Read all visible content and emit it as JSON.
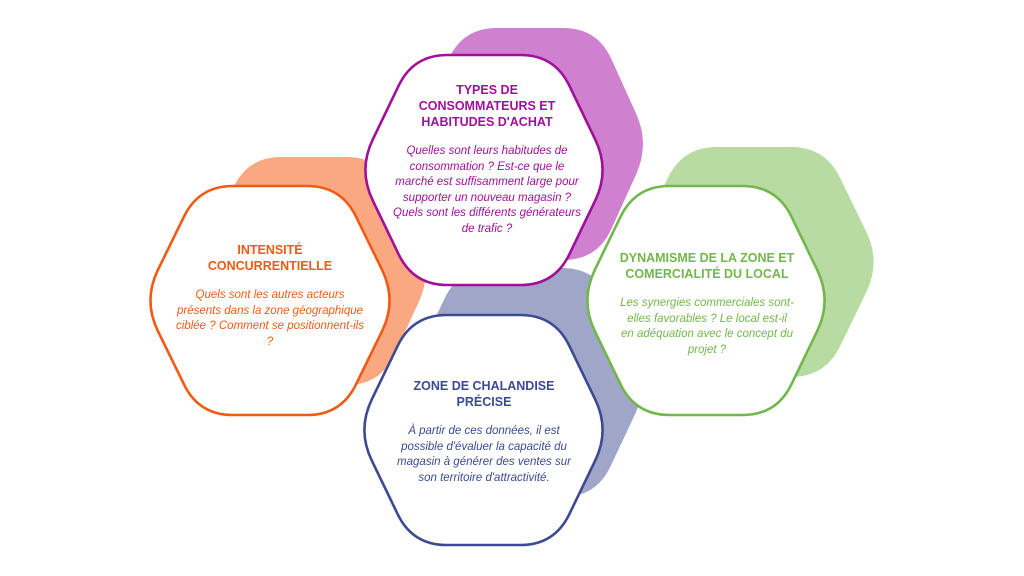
{
  "hexagons": [
    {
      "id": "intensite",
      "title": "INTENSITÉ CONCURRENTIELLE",
      "description": "Quels sont les autres acteurs présents dans la zone géographique ciblée ? Comment se positionnent-ils ?",
      "color": "#f25a14",
      "shadow_color": "#f9a882"
    },
    {
      "id": "dynamisme",
      "title": "DYNAMISME DE LA ZONE ET COMERCIALITÉ DU LOCAL",
      "description": "Les synergies commerciales sont-elles favorables ? Le local est-il en adéquation avec le concept du projet ?",
      "color": "#72b74c",
      "shadow_color": "#b7dba0"
    },
    {
      "id": "chalandise",
      "title": "ZONE DE CHALANDISE PRÉCISE",
      "description": "À partir de ces données, il est possible d'évaluer la capacité du magasin à générer des ventes sur son territoire d'attractivité.",
      "color": "#3c4a94",
      "shadow_color": "#9fa6c8"
    },
    {
      "id": "consommateurs",
      "title": "TYPES DE CONSOMMATEURS ET HABITUDES D'ACHAT",
      "description": "Quelles sont leurs habitudes de consommation ? Est-ce que le marché est suffisamment large pour supporter un nouveau magasin ? Quels sont les différents générateurs de trafic ?",
      "color": "#a0109a",
      "shadow_color": "#cf80cf"
    }
  ]
}
